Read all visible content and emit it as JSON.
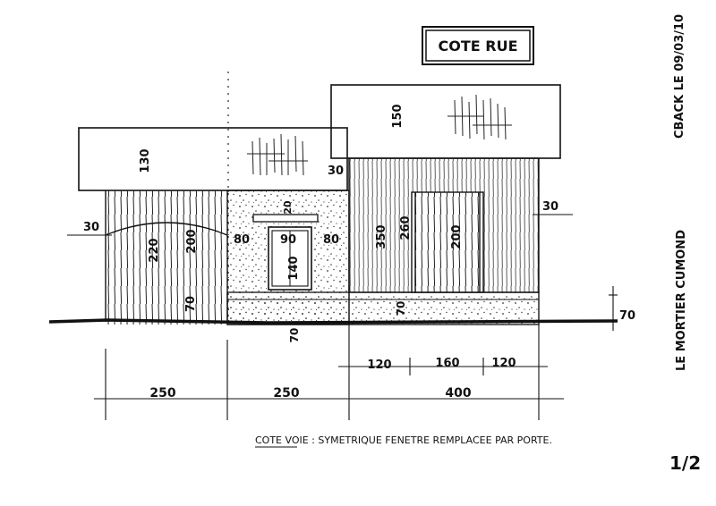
{
  "sheet": {
    "title": "COTE RUE",
    "side_label": "LE MORTIER CUMONDCBACK LE 09/03/10",
    "side_label_lines": [
      "LE MORTIER CUMOND",
      "CBACK LE 09/03/10"
    ],
    "note": "COTE VOIE : SYMETRIQUE  FENETRE REMPLACEE PAR PORTE.",
    "page": "1/2"
  },
  "dimensions": {
    "roof_left_height": "130",
    "roof_right_height": "150",
    "overhang_left": "30",
    "overhang_middle": "30",
    "overhang_right": "30",
    "wall_height_left": "220",
    "opening_height_left": "200",
    "base_left": "70",
    "window_offset_left": "80",
    "window_width": "90",
    "window_offset_right": "80",
    "lintel": "20",
    "window_height": "140",
    "below_window": "70",
    "wall_height_right": "350",
    "door_height": "260",
    "door_inner_height": "200",
    "base_center": "70",
    "base_right": "70",
    "segment_a": "120",
    "segment_b": "160",
    "segment_c": "120",
    "total_1": "250",
    "total_2": "250",
    "total_3": "400"
  }
}
